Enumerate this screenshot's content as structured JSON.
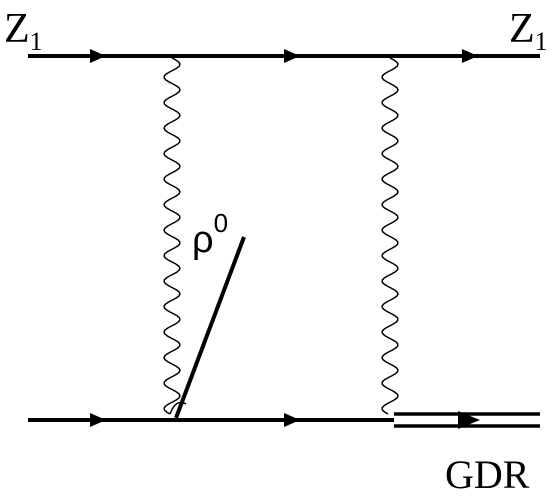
{
  "diagram": {
    "labels": {
      "top_left": {
        "main": "Z",
        "sub": "1"
      },
      "top_right": {
        "main": "Z",
        "sub": "1"
      },
      "rho": {
        "main": "ρ",
        "sup": "0"
      },
      "bottom_right": "GDR"
    }
  }
}
